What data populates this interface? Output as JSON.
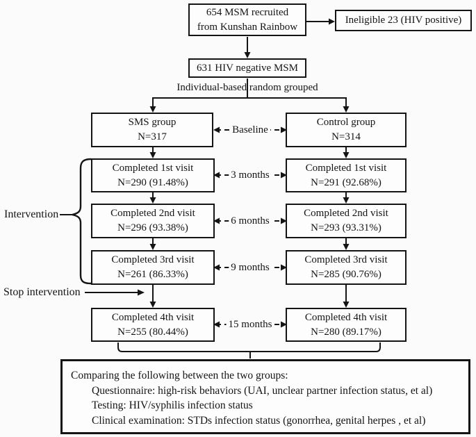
{
  "flow": {
    "recruited": {
      "line1": "654 MSM recruited",
      "line2": "from Kunshan Rainbow"
    },
    "ineligible": {
      "label": "Ineligible 23 (HIV positive)"
    },
    "hiv_negative": {
      "label": "631 HIV negative MSM"
    },
    "randomization": {
      "label": "Individual-based random grouped"
    },
    "sms_group": {
      "name": "SMS group",
      "n": "N=317"
    },
    "control_group": {
      "name": "Control group",
      "n": "N=314"
    },
    "sms_visits": [
      {
        "title": "Completed 1st visit",
        "n": "N=290 (91.48%)"
      },
      {
        "title": "Completed 2nd visit",
        "n": "N=296 (93.38%)"
      },
      {
        "title": "Completed 3rd visit",
        "n": "N=261 (86.33%)"
      },
      {
        "title": "Completed 4th visit",
        "n": "N=255 (80.44%)"
      }
    ],
    "control_visits": [
      {
        "title": "Completed 1st visit",
        "n": "N=291 (92.68%)"
      },
      {
        "title": "Completed 2nd visit",
        "n": "N=293 (93.31%)"
      },
      {
        "title": "Completed 3rd visit",
        "n": "N=285 (90.76%)"
      },
      {
        "title": "Completed 4th visit",
        "n": "N=280 (89.17%)"
      }
    ],
    "timepoints": {
      "baseline": "Baseline",
      "m3": "3 months",
      "m6": "6 months",
      "m9": "9 months",
      "m15": "15 months"
    },
    "side_labels": {
      "intervention": "Intervention",
      "stop_intervention": "Stop intervention"
    },
    "comparison": {
      "heading": "Comparing the following between the two groups:",
      "items": [
        "Questionnaire:  high-risk behaviors (UAI, unclear partner infection status, et al)",
        "Testing: HIV/syphilis infection status",
        "Clinical examination: STDs infection status (gonorrhea, genital herpes , et al)"
      ]
    },
    "colors": {
      "ink": "#141414",
      "background": "#fbfbfb"
    }
  }
}
